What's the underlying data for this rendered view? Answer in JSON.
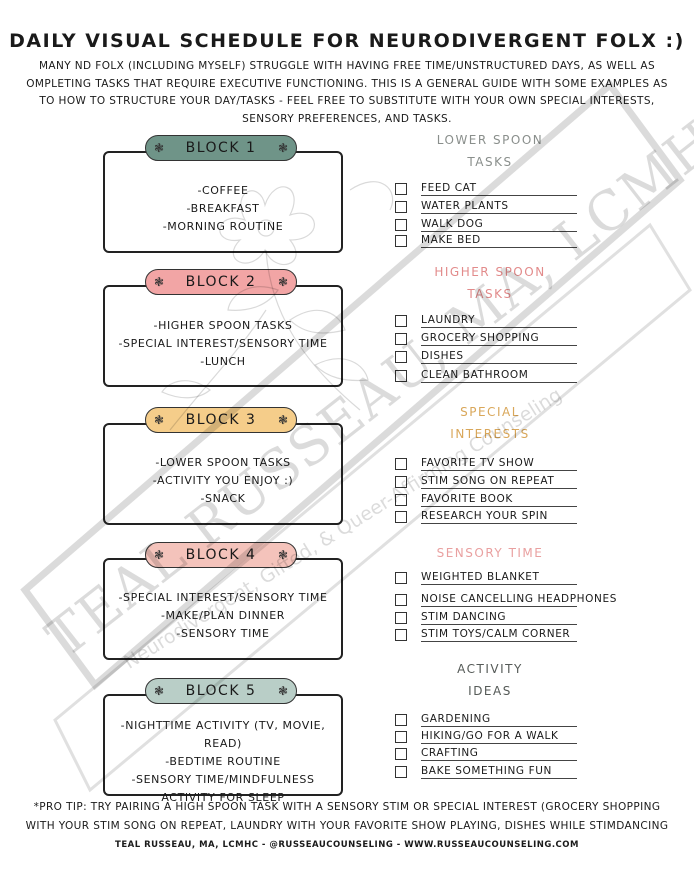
{
  "title": "DAILY VISUAL SCHEDULE FOR NEURODIVERGENT FOLX :)",
  "intro": [
    "MANY ND FOLX (INCLUDING MYSELF) STRUGGLE WITH HAVING FREE TIME/UNSTRUCTURED DAYS, AS WELL AS",
    "OMPLETING TASKS THAT REQUIRE EXECUTIVE FUNCTIONING. THIS IS A GENERAL GUIDE WITH SOME EXAMPLES AS",
    "TO HOW TO STRUCTURE YOUR DAY/TASKS - FEEL FREE TO SUBSTITUTE WITH YOUR OWN SPECIAL INTERESTS,",
    "SENSORY PREFERENCES, AND TASKS."
  ],
  "blocks": [
    {
      "label": "BLOCK 1",
      "color": "#6f9488",
      "items": [
        "-COFFEE",
        "-BREAKFAST",
        "-MORNING ROUTINE"
      ]
    },
    {
      "label": "BLOCK 2",
      "color": "#f2a5a5",
      "items": [
        "-HIGHER SPOON TASKS",
        "-SPECIAL INTEREST/SENSORY TIME",
        "-LUNCH"
      ]
    },
    {
      "label": "BLOCK 3",
      "color": "#f5cd8a",
      "items": [
        "-LOWER SPOON TASKS",
        "-ACTIVITY YOU ENJOY :)",
        "-SNACK"
      ]
    },
    {
      "label": "BLOCK 4",
      "color": "#f4c3bb",
      "items": [
        "-SPECIAL INTEREST/SENSORY TIME",
        "-MAKE/PLAN DINNER",
        "-SENSORY TIME"
      ]
    },
    {
      "label": "BLOCK 5",
      "color": "#b9cec7",
      "items": [
        "-NIGHTTIME ACTIVITY (TV, MOVIE, READ)",
        "-BEDTIME ROUTINE",
        "-SENSORY TIME/MINDFULNESS",
        "ACTIVITY FOR SLEEP"
      ]
    }
  ],
  "sections": [
    {
      "title": [
        "LOWER SPOON",
        "TASKS"
      ],
      "color": "#8a8f8c",
      "items": [
        "FEED CAT",
        "WATER PLANTS",
        "WALK DOG",
        "MAKE BED"
      ]
    },
    {
      "title": [
        "HIGHER SPOON",
        "TASKS"
      ],
      "color": "#e28b8b",
      "items": [
        "LAUNDRY",
        "GROCERY SHOPPING",
        "DISHES",
        "CLEAN BATHROOM"
      ]
    },
    {
      "title": [
        "SPECIAL",
        "INTERESTS"
      ],
      "color": "#d9a75a",
      "items": [
        "FAVORITE TV SHOW",
        "STIM SONG ON REPEAT",
        "FAVORITE BOOK",
        "RESEARCH YOUR SPIN"
      ]
    },
    {
      "title": [
        "SENSORY TIME"
      ],
      "color": "#e9a0a0",
      "items": [
        "WEIGHTED BLANKET",
        "NOISE CANCELLING HEADPHONES",
        "STIM DANCING",
        "STIM TOYS/CALM CORNER"
      ]
    },
    {
      "title": [
        "ACTIVITY",
        "IDEAS"
      ],
      "color": "#555a57",
      "items": [
        "GARDENING",
        "HIKING/GO FOR A WALK",
        "CRAFTING",
        "BAKE SOMETHING FUN"
      ]
    }
  ],
  "tip": [
    "*PRO TIP: TRY PAIRING A HIGH SPOON TASK WITH A SENSORY STIM OR SPECIAL INTEREST (GROCERY SHOPPING",
    "WITH YOUR STIM SONG ON REPEAT, LAUNDRY WITH YOUR FAVORITE SHOW PLAYING, DISHES WHILE STIMDANCING"
  ],
  "footer": "TEAL RUSSEAU, MA, LCMHC - @RUSSEAUCOUNSELING - WWW.RUSSEAUCOUNSELING.COM",
  "watermark": {
    "name": "TEAL RUSSEAU, MA, LCMHC",
    "tagline": "Neurodivergent, Gifted, & Queer-Affirming Counseling"
  }
}
